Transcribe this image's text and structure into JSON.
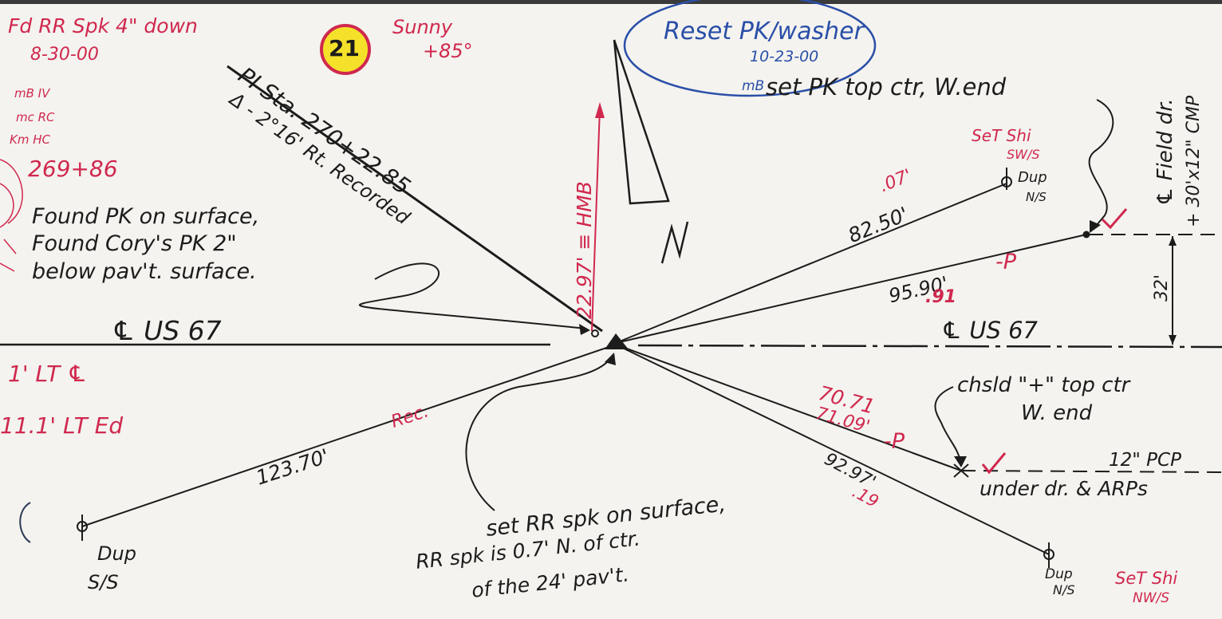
{
  "notes": {
    "fnd_spike": "Fd RR Spk 4\" down",
    "fnd_date": "8-30-00",
    "crew": [
      "mB IV",
      "mc RC",
      "Km HC"
    ],
    "station": "269+86",
    "sheet_number": "21",
    "weather": "Sunny",
    "temp": "+85°",
    "reset_title": "Reset PK/washer",
    "reset_date": "10-23-00",
    "reset_crew": "mB",
    "reset_note": "set PK top ctr, W.end",
    "pi_label": "PI Sta. 270+22.85",
    "delta_label": "Δ - 2°16' Rt. Recorded",
    "found_pk_1": "Found PK on surface,",
    "found_pk_2": "Found Cory's PK 2\"",
    "found_pk_3": "below pav't. surface.",
    "cl_left": "℄ US 67",
    "cl_right": "℄ US 67",
    "north_dist": "22.97' ≡ HMB",
    "field_dr_1": "℄ Field dr.",
    "field_dr_2": "+ 30'x12\" CMP",
    "offset_32": "32'",
    "lt_note_1": "1' LT ℄",
    "lt_note_2": "11.1' LT Ed",
    "rec": "Rec.",
    "dist_left": "123.70'",
    "set_rr_1": "set RR spk on surface,",
    "set_rr_2": "RR spk is 0.7' N. of ctr.",
    "set_rr_3": "of the 24' pav't.",
    "dup_left": "Dup",
    "dup_left_side": "S/S",
    "set_shi_ur": "SeT Shi",
    "set_shi_ur_side": "SW/S",
    "dup_ur": "Dup",
    "dup_ur_side": "N/S",
    "dist_ur_red": ".07'",
    "dist_ur": "82.50'",
    "dist_pk": "95.90'",
    "dist_pk_red": ".91",
    "p_mark_1": "-P",
    "chsld_1": "chsld \"+\" top ctr",
    "chsld_2": "W. end",
    "dist_x_red": "70.71",
    "dist_x": "71.09'",
    "p_mark_2": "-P",
    "pcp": "12\" PCP",
    "under_dr": "under dr. & ARPs",
    "dist_lr": "92.97'",
    "dist_lr_red": ".19",
    "dup_lr": "Dup",
    "dup_lr_side": "N/S",
    "set_shi_lr": "SeT Shi",
    "set_shi_lr_side": "NW/S",
    "colors": {
      "ink": "#1c1c1c",
      "red": "#d0284e",
      "blue": "#2a4fa8",
      "highlight": "#f5e12a",
      "paper": "#f4f3ef"
    }
  }
}
